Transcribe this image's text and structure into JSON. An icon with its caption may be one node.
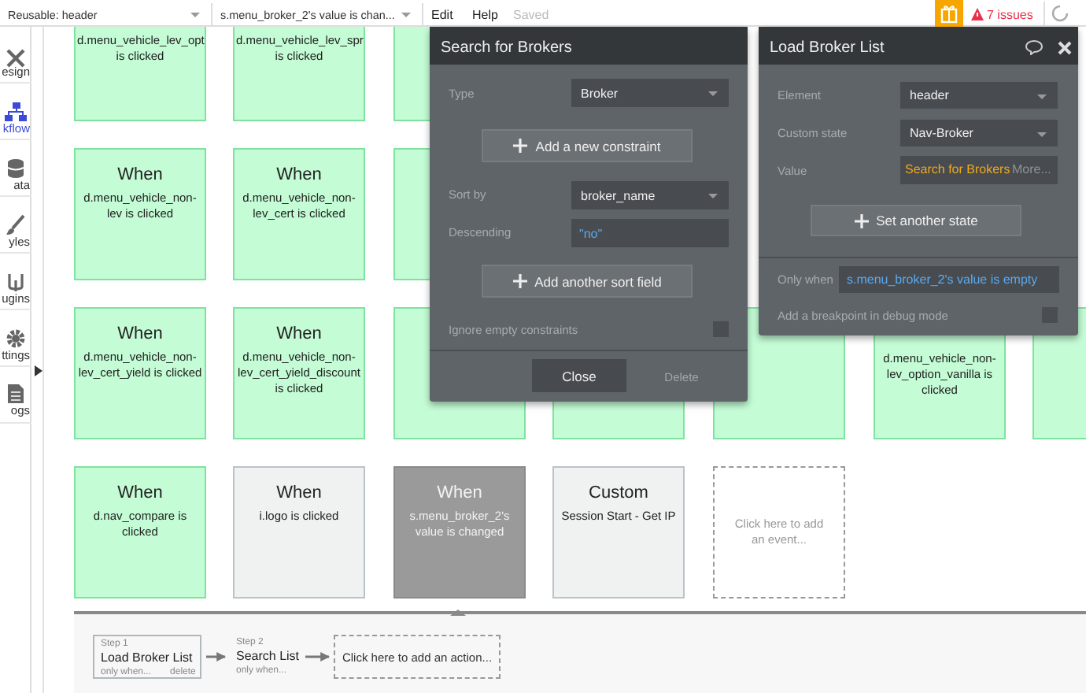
{
  "diagram": {
    "nodes": [
      {
        "text": [
          "d.menu_vehicle_lev_opt is clicked"
        ]
      },
      {
        "text": [
          "d.menu_vehicle_lev_spr is clicked"
        ]
      },
      {
        "text": [],
        "shape": "box"
      },
      {
        "text": [
          "When",
          "d.menu_vehicle_non-lev is clicked"
        ]
      },
      {
        "text": [
          "When",
          "d.menu_vehicle_non-lev_cert is clicked"
        ]
      },
      {
        "text": [],
        "shape": "box"
      },
      {
        "text": [
          "When",
          "d.menu_vehicle_non-lev_cert_yield is clicked"
        ]
      },
      {
        "text": [
          "When",
          "d.menu_vehicle_non-lev_cert_yield_discount is clicked"
        ]
      },
      {
        "text": [],
        "shape": "box"
      },
      {
        "text": [],
        "shape": "box"
      },
      {
        "text": [],
        "shape": "box"
      },
      {
        "text": [
          "d.menu_vehicle_non-lev_option_vanilla is clicked"
        ]
      },
      {
        "text": [],
        "shape": "box"
      },
      {
        "text": [
          "When",
          "d.nav_compare is clicked"
        ]
      },
      {
        "text": [
          "When",
          "i.logo is clicked"
        ]
      },
      {
        "text": [
          "When",
          "s.menu_broker_2's value is changed"
        ]
      },
      {
        "text": [
          "Custom",
          "Session Start - Get IP"
        ]
      },
      {
        "text": [
          "Click here to add an event..."
        ]
      },
      {
        "text": [
          "Step 1",
          "Load Broker List",
          "only when...",
          "delete"
        ]
      },
      {
        "text": [
          "Step 2",
          "Search List",
          "only when..."
        ]
      },
      {
        "text": [
          "Click here to add an action..."
        ]
      }
    ],
    "edges": [
      {
        "from": 18,
        "to": 19,
        "arrow": "to"
      },
      {
        "from": 19,
        "to": 20,
        "arrow": "to"
      }
    ],
    "labels": [
      "Reusable: header",
      "s.menu_broker_2's value is chan...",
      "Edit",
      "Help",
      "Saved",
      "7 issues",
      "esign",
      "kflow",
      "ata",
      "yles",
      "ugins",
      "ttings",
      "ogs",
      "Search for Brokers",
      "Type",
      "Broker",
      "Add a new constraint",
      "Sort by",
      "broker_name",
      "Descending",
      "\"no\"",
      "Add another sort field",
      "Ignore empty constraints",
      "Close",
      "Delete",
      "Load Broker List",
      "Element",
      "header",
      "Custom state",
      "Nav-Broker",
      "Value",
      "Search for Brokers",
      "More...",
      "Set another state",
      "Only when",
      "s.menu_broker_2's value is empty",
      "Add a breakpoint in debug mode"
    ]
  }
}
